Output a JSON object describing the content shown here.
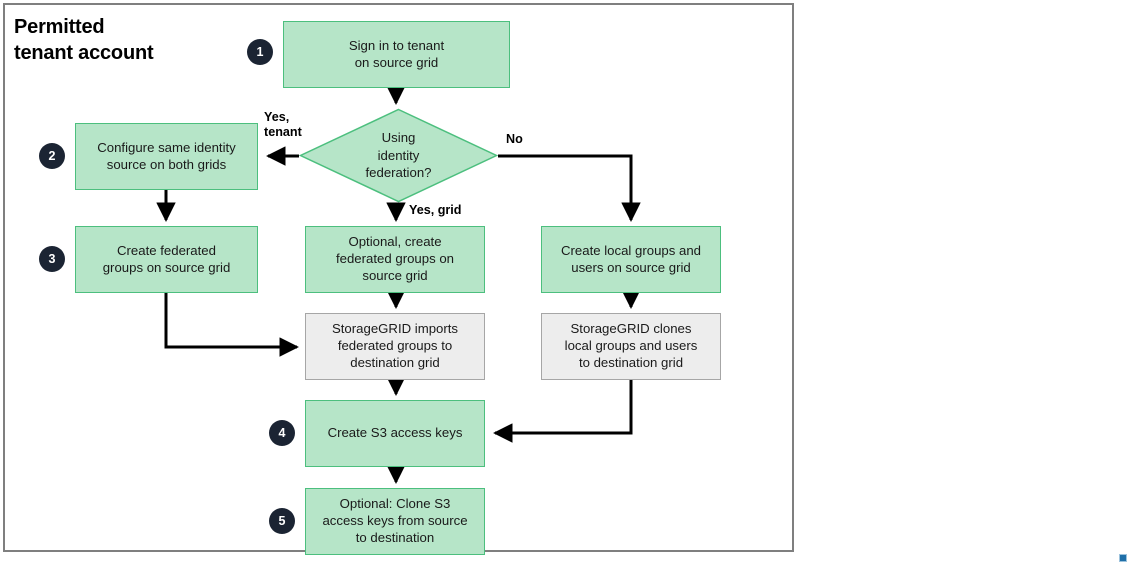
{
  "figure": {
    "title": "Permitted\ntenant account",
    "border_color": "#7f7f7f",
    "green_fill": "#b6e5c8",
    "green_stroke": "#4cbf7e",
    "gray_fill": "#ededed",
    "gray_stroke": "#a6a6a6",
    "badge_color": "#1b2433",
    "line_color": "#000000"
  },
  "nodes": {
    "n1": {
      "label": "Sign in to tenant\non source grid",
      "style": "green",
      "badge": "1"
    },
    "decision": {
      "label": "Using\nidentity\nfederation?",
      "style": "green"
    },
    "n2": {
      "label": "Configure same identity\nsource on both grids",
      "style": "green",
      "badge": "2"
    },
    "n3": {
      "label": "Create federated\ngroups on source grid",
      "style": "green",
      "badge": "3"
    },
    "optional_fed": {
      "label": "Optional, create\nfederated groups on\nsource grid",
      "style": "green"
    },
    "local_groups": {
      "label": "Create local groups and\nusers on source grid",
      "style": "green"
    },
    "imports": {
      "label": "StorageGRID imports\nfederated groups to\ndestination grid",
      "style": "gray"
    },
    "clones": {
      "label": "StorageGRID clones\nlocal groups and users\nto destination grid",
      "style": "gray"
    },
    "n4": {
      "label": "Create S3 access keys",
      "style": "green",
      "badge": "4"
    },
    "n5": {
      "label": "Optional: Clone S3\naccess keys from source\nto destination",
      "style": "green",
      "badge": "5"
    }
  },
  "edge_labels": {
    "yes_tenant": "Yes,\ntenant",
    "no": "No",
    "yes_grid": "Yes, grid"
  },
  "chart_data": {
    "type": "diagram",
    "title": "Permitted tenant account",
    "diagram_kind": "flowchart",
    "steps": [
      {
        "number": "1",
        "text": "Sign in to tenant on source grid"
      },
      {
        "number": "2",
        "text": "Configure same identity source on both grids"
      },
      {
        "number": "3",
        "text": "Create federated groups on source grid"
      },
      {
        "number": "4",
        "text": "Create S3 access keys"
      },
      {
        "number": "5",
        "text": "Optional: Clone S3 access keys from source to destination"
      }
    ],
    "decisions": [
      {
        "text": "Using identity federation?",
        "branches": [
          "Yes, tenant",
          "Yes, grid",
          "No"
        ]
      }
    ],
    "system_actions": [
      "StorageGRID imports federated groups to destination grid",
      "StorageGRID clones local groups and users to destination grid"
    ],
    "edges": [
      {
        "from": "Sign in to tenant on source grid",
        "to": "Using identity federation?"
      },
      {
        "from": "Using identity federation?",
        "to": "Configure same identity source on both grids",
        "label": "Yes, tenant"
      },
      {
        "from": "Using identity federation?",
        "to": "Optional, create federated groups on source grid",
        "label": "Yes, grid"
      },
      {
        "from": "Using identity federation?",
        "to": "Create local groups and users on source grid",
        "label": "No"
      },
      {
        "from": "Configure same identity source on both grids",
        "to": "Create federated groups on source grid"
      },
      {
        "from": "Create federated groups on source grid",
        "to": "StorageGRID imports federated groups to destination grid"
      },
      {
        "from": "Optional, create federated groups on source grid",
        "to": "StorageGRID imports federated groups to destination grid"
      },
      {
        "from": "Create local groups and users on source grid",
        "to": "StorageGRID clones local groups and users to destination grid"
      },
      {
        "from": "StorageGRID imports federated groups to destination grid",
        "to": "Create S3 access keys"
      },
      {
        "from": "StorageGRID clones local groups and users to destination grid",
        "to": "Create S3 access keys"
      },
      {
        "from": "Create S3 access keys",
        "to": "Optional: Clone S3 access keys from source to destination"
      }
    ]
  }
}
